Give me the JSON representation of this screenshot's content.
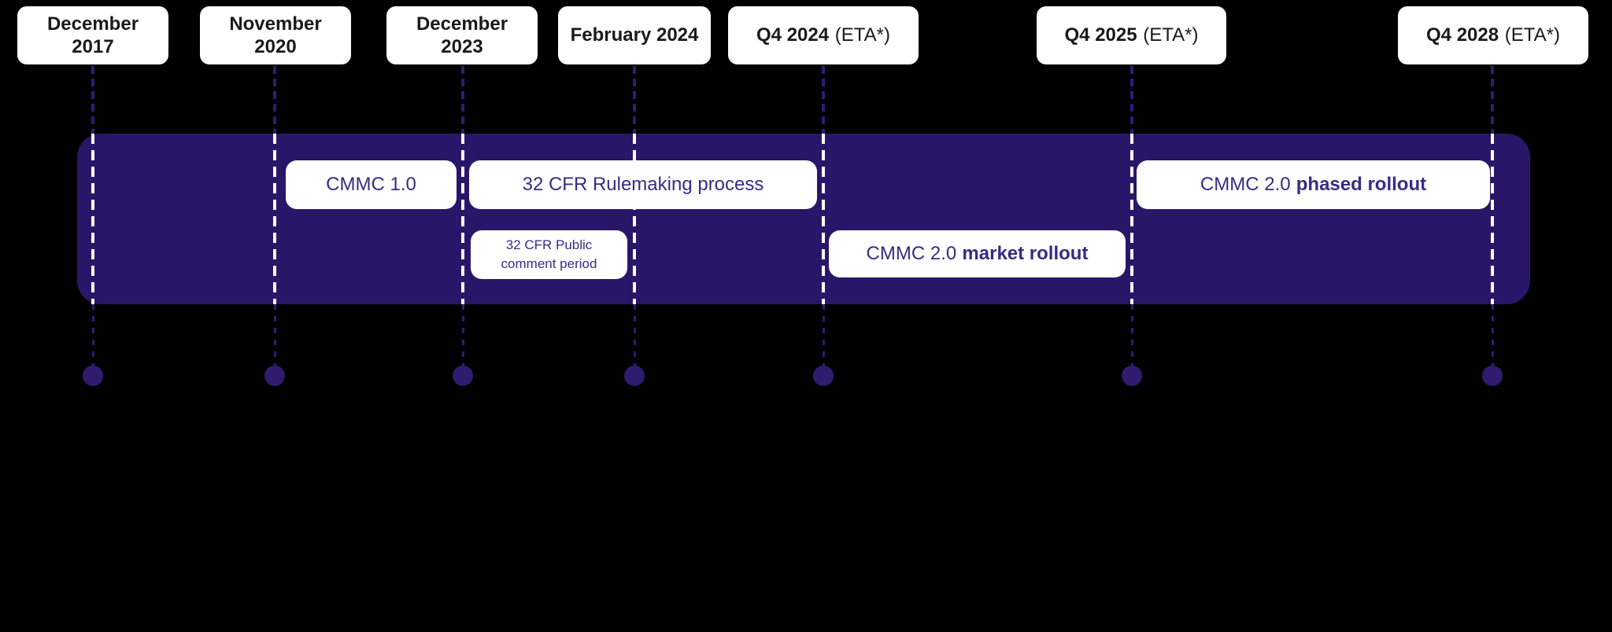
{
  "colors": {
    "background": "#000000",
    "band": "#2A1669",
    "card": "#FFFFFF",
    "date_text": "#1A1A1A",
    "phase_text": "#3A2B84",
    "dash_purple": "#2E1D72",
    "dash_white": "#FFFFFF",
    "dot": "#301C6E"
  },
  "timeline": {
    "milestones": [
      {
        "date": "December\n2017",
        "suffix": ""
      },
      {
        "date": "November\n2020",
        "suffix": ""
      },
      {
        "date": "December\n2023",
        "suffix": ""
      },
      {
        "date": "February 2024",
        "suffix": ""
      },
      {
        "date": "Q4 2024",
        "suffix": "(ETA*)"
      },
      {
        "date": "Q4 2025",
        "suffix": "(ETA*)"
      },
      {
        "date": "Q4 2028",
        "suffix": "(ETA*)"
      }
    ],
    "phases": [
      {
        "regular": "CMMC 1.0",
        "bold": ""
      },
      {
        "regular": "32 CFR Rulemaking process",
        "bold": ""
      },
      {
        "regular": "32 CFR Public\ncomment period",
        "bold": ""
      },
      {
        "regular": "CMMC 2.0",
        "bold": "market rollout"
      },
      {
        "regular": "CMMC 2.0",
        "bold": "phased rollout"
      }
    ]
  }
}
